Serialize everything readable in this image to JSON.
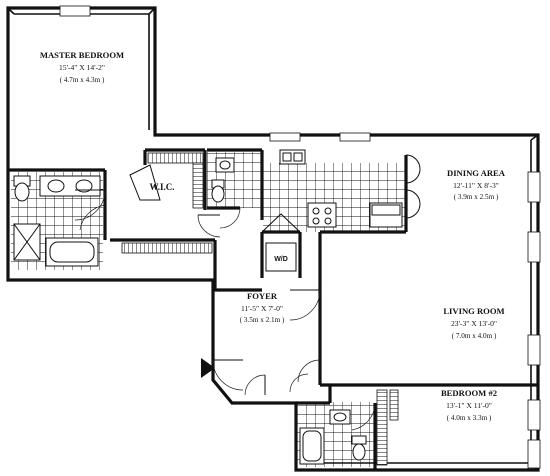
{
  "rooms": {
    "master_bedroom": {
      "name": "MASTER BEDROOM",
      "dims": "15'-4\" X 14'-2\"",
      "metric": "( 4.7m x 4.3m )"
    },
    "walk_in_closet": {
      "name": "W.I.C."
    },
    "dining_area": {
      "name": "DINING AREA",
      "dims": "12'-11\" X 8'-3\"",
      "metric": "( 3.9m x 2.5m )"
    },
    "washer_dryer": {
      "name": "W/D"
    },
    "foyer": {
      "name": "FOYER",
      "dims": "11'-5\" X 7'-0\"",
      "metric": "( 3.5m x 2.1m )"
    },
    "living_room": {
      "name": "LIVING ROOM",
      "dims": "23'-3\" X 13'-0\"",
      "metric": "( 7.0m x 4.0m )"
    },
    "bedroom_2": {
      "name": "BEDROOM #2",
      "dims": "13'-1\" X 11'-0\"",
      "metric": "( 4.0m x 3.3m )"
    }
  }
}
